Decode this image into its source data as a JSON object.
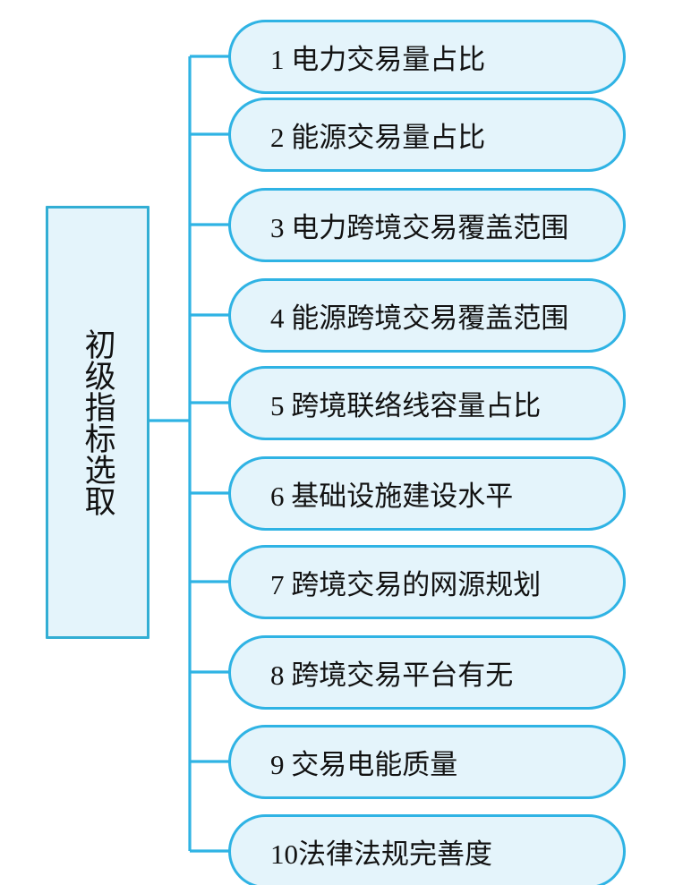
{
  "diagram": {
    "type": "tree-mindmap",
    "orientation": "left-root-right-leaves",
    "colors": {
      "node_fill": "#e4f4fb",
      "leaf_border": "#2fb3e4",
      "root_border": "#32aed4",
      "connector": "#2fb3e4",
      "text": "#121212",
      "background": "#ffffff"
    },
    "root": {
      "label": "初级指标选取",
      "vertical_text": "初\n级\n指\n标\n选\n取"
    },
    "leaves": [
      {
        "index": "1",
        "label": "1 电力交易量占比"
      },
      {
        "index": "2",
        "label": "2 能源交易量占比"
      },
      {
        "index": "3",
        "label": "3 电力跨境交易覆盖范围"
      },
      {
        "index": "4",
        "label": "4 能源跨境交易覆盖范围"
      },
      {
        "index": "5",
        "label": "5 跨境联络线容量占比"
      },
      {
        "index": "6",
        "label": "6 基础设施建设水平"
      },
      {
        "index": "7",
        "label": "7 跨境交易的网源规划"
      },
      {
        "index": "8",
        "label": "8 跨境交易平台有无"
      },
      {
        "index": "9",
        "label": "9 交易电能质量"
      },
      {
        "index": "10",
        "label": "10法律法规完善度"
      }
    ]
  }
}
